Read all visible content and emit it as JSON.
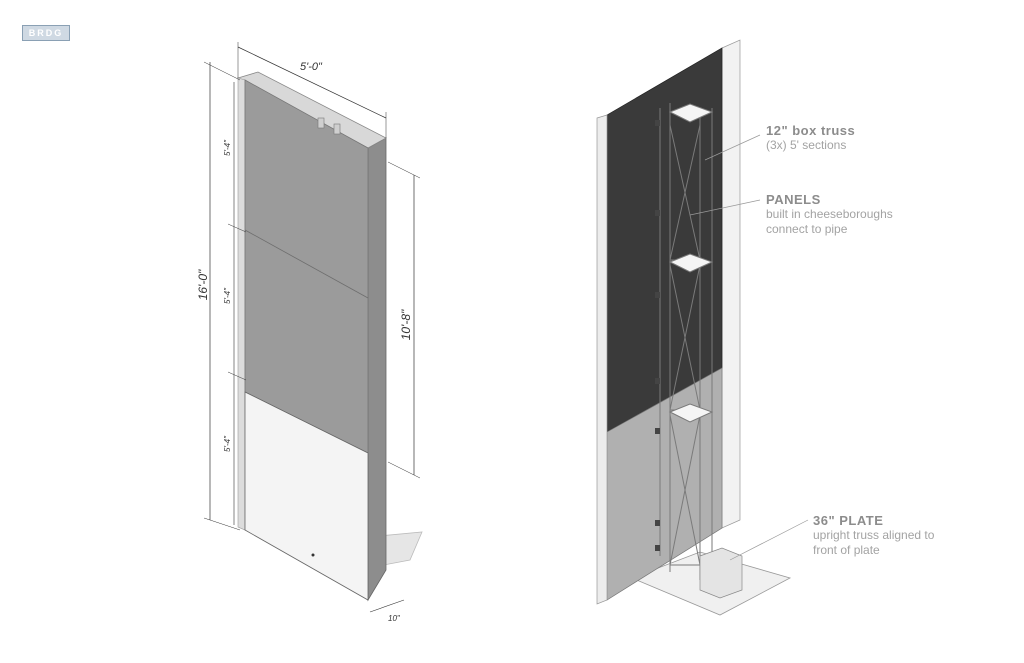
{
  "logo": "BRDG",
  "dimensions": {
    "width_top": "5'-0\"",
    "height_total": "16'-0\"",
    "panel_upper": "5'-4\"",
    "panel_middle": "5'-4\"",
    "panel_lower": "5'-4\"",
    "panel_height": "10'-8\"",
    "depth": "10\""
  },
  "callouts": {
    "truss": {
      "title": "12\" box truss",
      "sub1": "(3x) 5' sections"
    },
    "panels": {
      "title": "PANELS",
      "sub1": "built in cheeseboroughs",
      "sub2": "connect to pipe"
    },
    "plate": {
      "title": "36\" PLATE",
      "sub1": "upright truss aligned to",
      "sub2": "front of plate"
    }
  }
}
